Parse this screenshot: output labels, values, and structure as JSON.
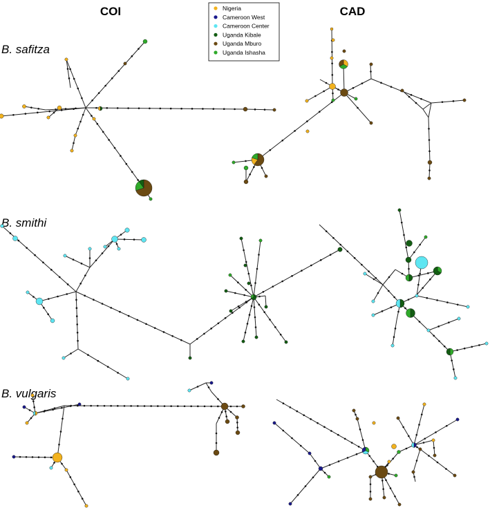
{
  "column_titles": {
    "left": "COI",
    "right": "CAD"
  },
  "species": {
    "safitza": "B. safitza",
    "smithi": "B. smithi",
    "vulgaris": "B. vulgaris"
  },
  "legend": [
    {
      "label": "Nigeria",
      "color": "#f2b21e"
    },
    {
      "label": "Cameroon West",
      "color": "#1a1a8c"
    },
    {
      "label": "Cameroon Center",
      "color": "#5ee6f2"
    },
    {
      "label": "Uganda Kibale",
      "color": "#135d13"
    },
    {
      "label": "Uganda Mburo",
      "color": "#6b4a12"
    },
    {
      "label": "Uganda Ishasha",
      "color": "#2faa2a"
    }
  ]
}
